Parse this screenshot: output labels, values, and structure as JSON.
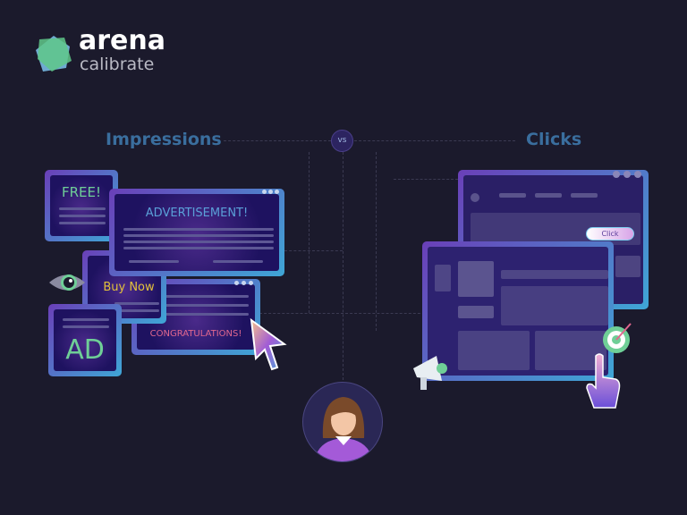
{
  "logo": {
    "word": "arena",
    "sub": "calibrate"
  },
  "headings": {
    "left": "Impressions",
    "vs": "vs",
    "right": "Clicks"
  },
  "ads": {
    "free": "FREE!",
    "advertisement": "ADVERTISEMENT!",
    "buy_now": "Buy Now",
    "congratulations": "CONGRATULATIONS!",
    "ad": "AD"
  },
  "click_button": "Click",
  "colors": {
    "background": "#1b1a2c",
    "heading": "#3a6e9e",
    "green": "#6fcf97",
    "yellow": "#e2c13a",
    "pink": "#e0678e"
  }
}
